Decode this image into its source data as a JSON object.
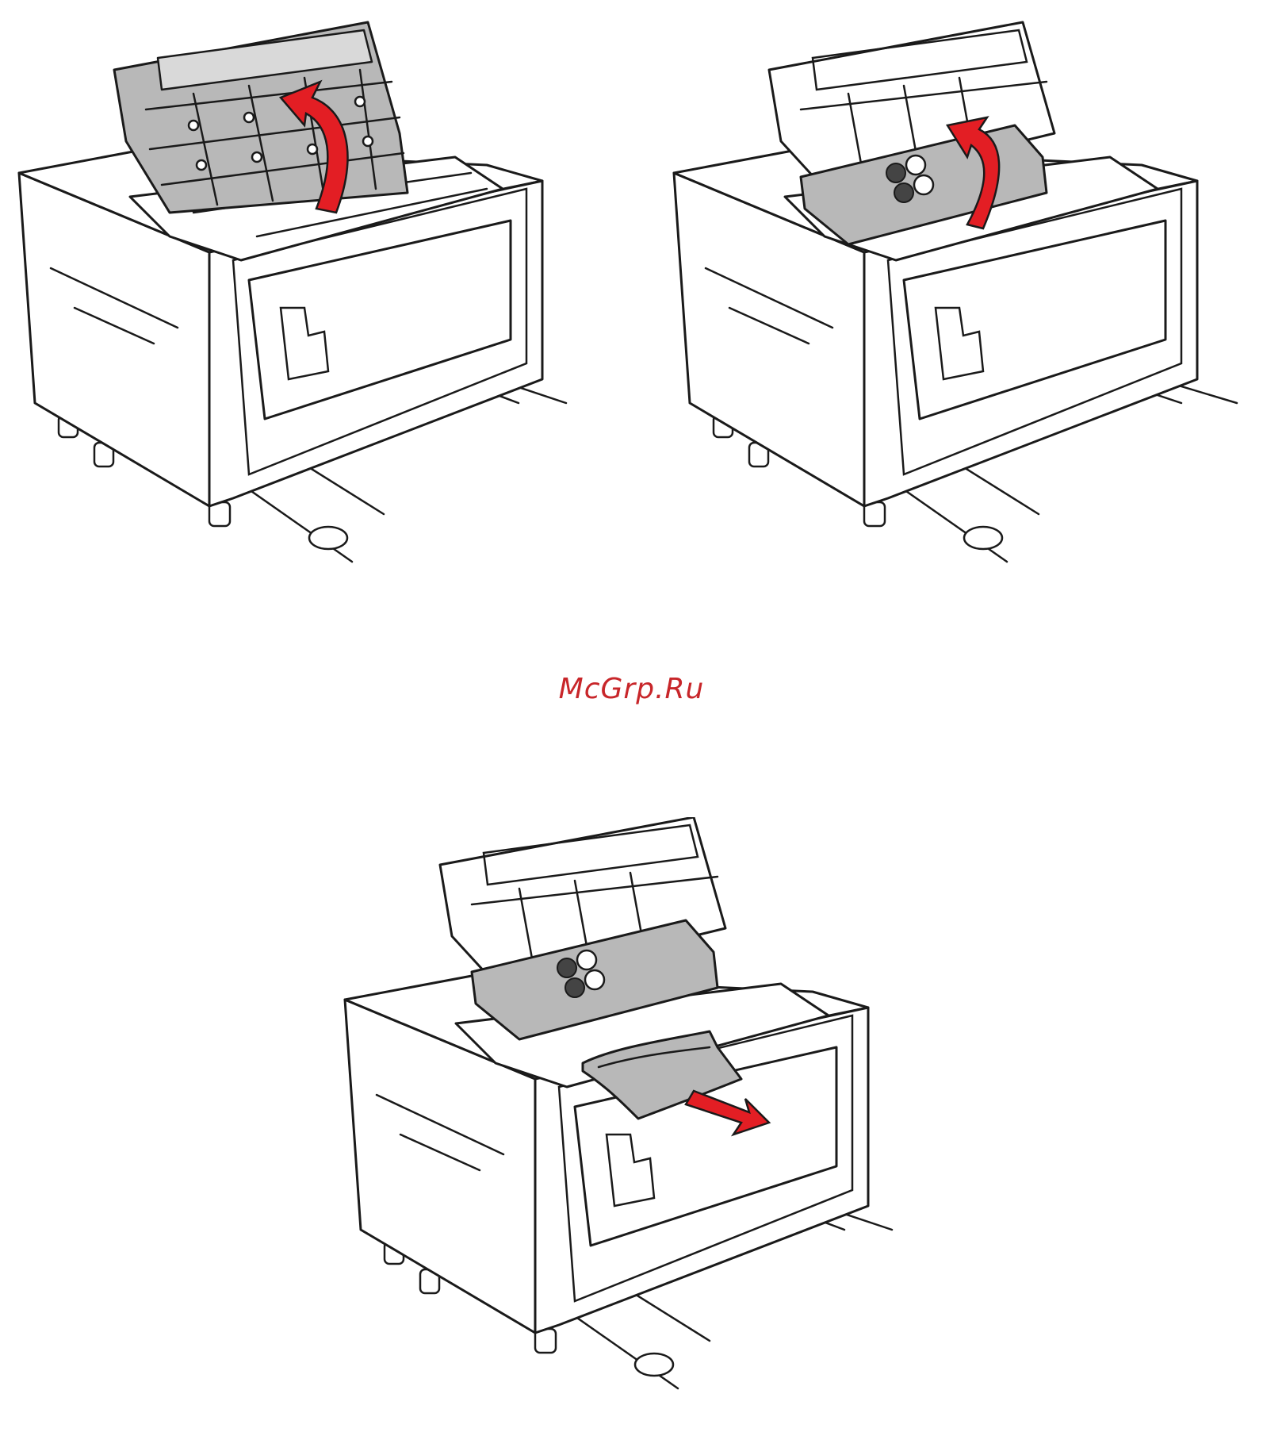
{
  "watermark": {
    "text": "McGrp.Ru",
    "color": "#c8262a"
  },
  "colors": {
    "arrow": "#e31e24",
    "panel_grey": "#b8b8b8",
    "line": "#1a1a1a"
  },
  "steps": [
    {
      "illustration": "open-top-cover",
      "arrow": "curved-up-arrow-icon"
    },
    {
      "illustration": "lift-inner-guide",
      "arrow": "curved-up-arrow-icon"
    },
    {
      "illustration": "remove-jammed-paper",
      "arrow": "straight-right-arrow-icon"
    }
  ]
}
